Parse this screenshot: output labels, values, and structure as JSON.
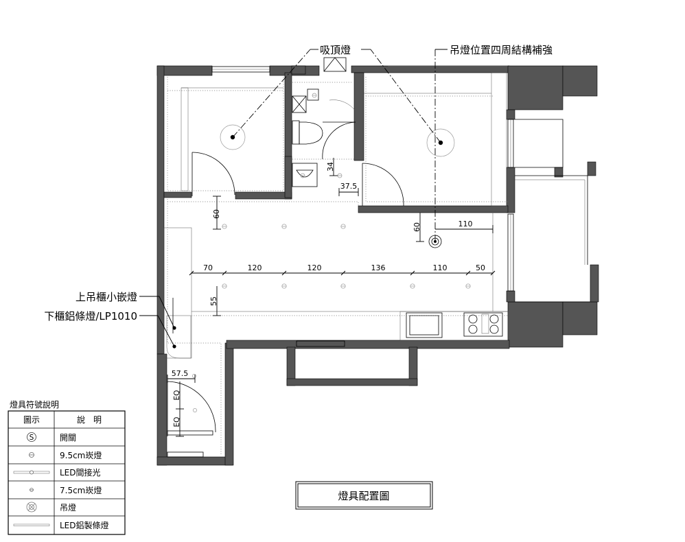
{
  "labels": {
    "ceiling_light": "吸頂燈",
    "pendant_reinforce": "吊燈位置四周結構補強",
    "upper_cabinet_downlight": "上吊櫃小嵌燈",
    "lower_cabinet_strip": "下櫃鋁條燈/LP1010",
    "plan_title": "燈具配置圖"
  },
  "dimensions": {
    "d60_left": "60",
    "d34": "34",
    "d37_5": "37.5",
    "d60_right": "60",
    "d110_top": "110",
    "row": [
      "70",
      "120",
      "120",
      "136",
      "110",
      "50"
    ],
    "d55": "55",
    "d57_5": "57.5",
    "eq1": "EQ",
    "eq2": "EQ"
  },
  "legend": {
    "title": "燈具符號說明",
    "header_symbol": "圖示",
    "header_desc": "說　明",
    "rows": [
      {
        "icon": "switch-icon",
        "symbol_text": "S",
        "desc": "開關"
      },
      {
        "icon": "downlight-9-5-icon",
        "desc": "9.5cm崁燈"
      },
      {
        "icon": "led-indirect-icon",
        "desc": "LED間接光"
      },
      {
        "icon": "downlight-7-5-icon",
        "desc": "7.5cm崁燈"
      },
      {
        "icon": "pendant-light-icon",
        "desc": "吊燈"
      },
      {
        "icon": "led-aluminum-strip-icon",
        "desc": "LED鋁製條燈"
      }
    ]
  }
}
